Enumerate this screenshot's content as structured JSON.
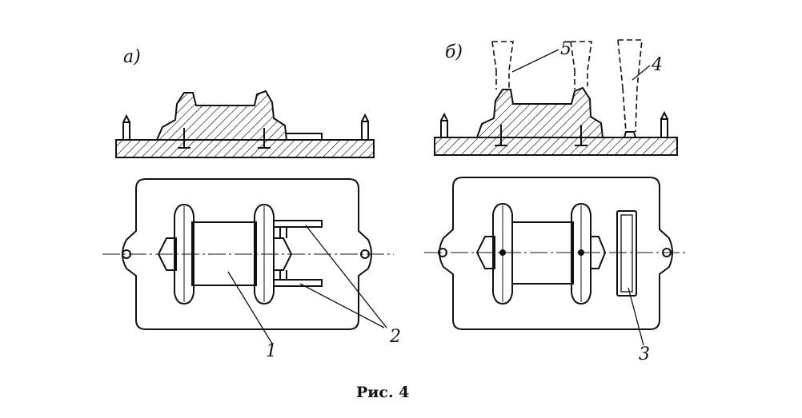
{
  "labels": {
    "view_a": "а)",
    "view_b": "б)",
    "num_1": "1",
    "num_2": "2",
    "num_3": "3",
    "num_4": "4",
    "num_5": "5"
  },
  "caption": "Рис. 4",
  "colors": {
    "ink": "#111111",
    "paper": "#ffffff"
  }
}
